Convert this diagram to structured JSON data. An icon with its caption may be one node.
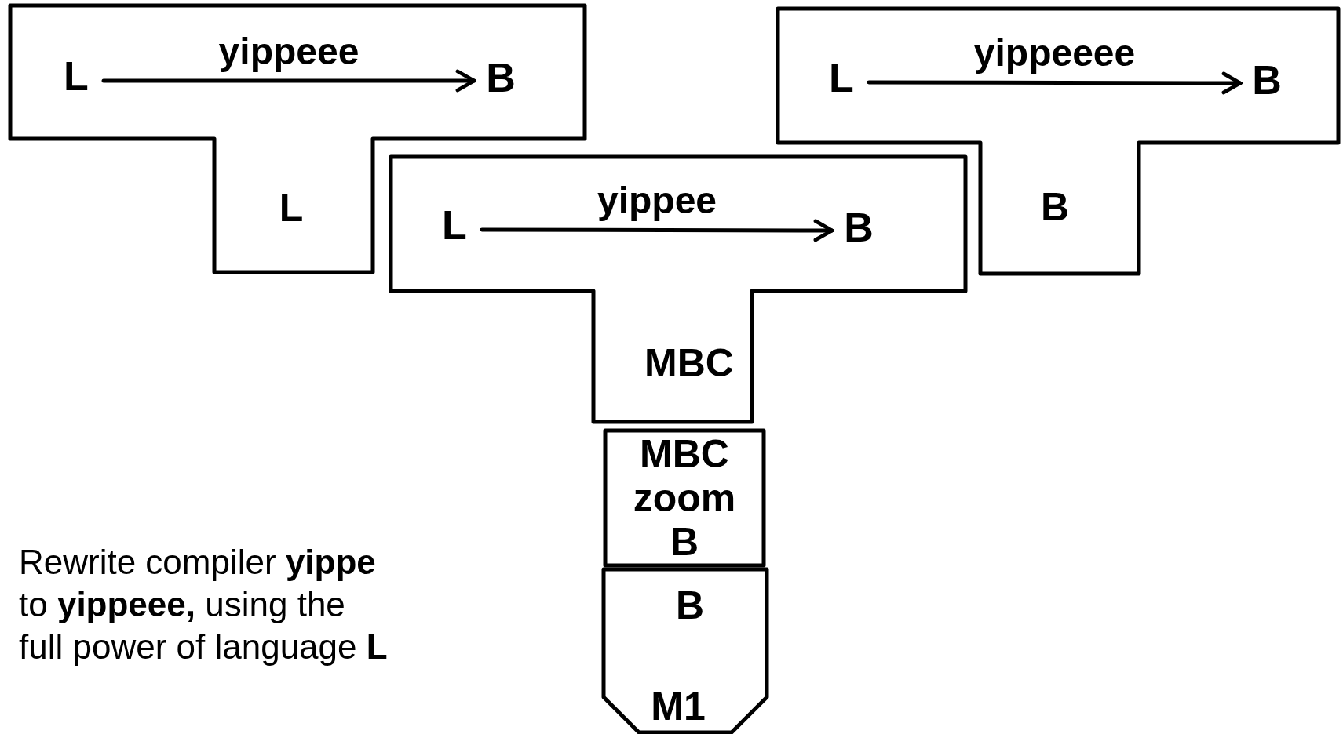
{
  "diagram": {
    "nodes": [
      {
        "text": [
          "L"
        ]
      },
      {
        "text": [
          "L"
        ],
        "in": 0
      },
      {
        "text": [
          "B"
        ],
        "in": 0
      },
      {
        "text": [
          "B"
        ]
      },
      {
        "text": [
          "L"
        ],
        "in": 3
      },
      {
        "text": [
          "B"
        ],
        "in": 3
      },
      {
        "text": [
          "MBC"
        ]
      },
      {
        "text": [
          "L"
        ],
        "in": 6
      },
      {
        "text": [
          "B"
        ],
        "in": 6
      },
      {
        "text": [
          "MBC zoom B"
        ]
      },
      {
        "text": [
          "B",
          "M1"
        ]
      }
    ],
    "edges": [
      {
        "from": 1,
        "to": 2,
        "arrow": "to",
        "label": "yippeee"
      },
      {
        "from": 4,
        "to": 5,
        "arrow": "to",
        "label": "yippeeee"
      },
      {
        "from": 7,
        "to": 8,
        "arrow": "to",
        "label": "yippee"
      }
    ],
    "labels": [
      "Rewrite compiler **yippe** to **yippeee,** using the full power of language **L**"
    ]
  }
}
